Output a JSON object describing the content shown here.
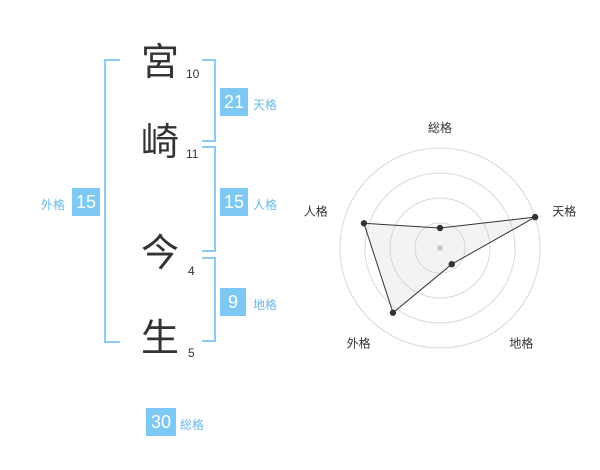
{
  "name": {
    "chars": [
      {
        "char": "宮",
        "strokes": "10"
      },
      {
        "char": "崎",
        "strokes": "11"
      },
      {
        "char": "今",
        "strokes": "4"
      },
      {
        "char": "生",
        "strokes": "5"
      }
    ]
  },
  "fortunes": {
    "tenkaku": {
      "value": "21",
      "label": "天格"
    },
    "jinkaku": {
      "value": "15",
      "label": "人格"
    },
    "chikaku": {
      "value": "9",
      "label": "地格"
    },
    "gaikaku": {
      "value": "15",
      "label": "外格"
    },
    "soukaku": {
      "value": "30",
      "label": "総格"
    }
  },
  "colors": {
    "accent": "#7ec8f4",
    "bracket": "#8ecbf2",
    "label": "#67b8ea",
    "text": "#333333"
  },
  "chart_data": {
    "type": "radar",
    "axes": [
      "総格",
      "天格",
      "地格",
      "外格",
      "人格"
    ],
    "values": [
      0.2,
      1.0,
      0.2,
      0.8,
      0.8
    ],
    "range": [
      0,
      1
    ],
    "rings": 4,
    "grid": true
  }
}
